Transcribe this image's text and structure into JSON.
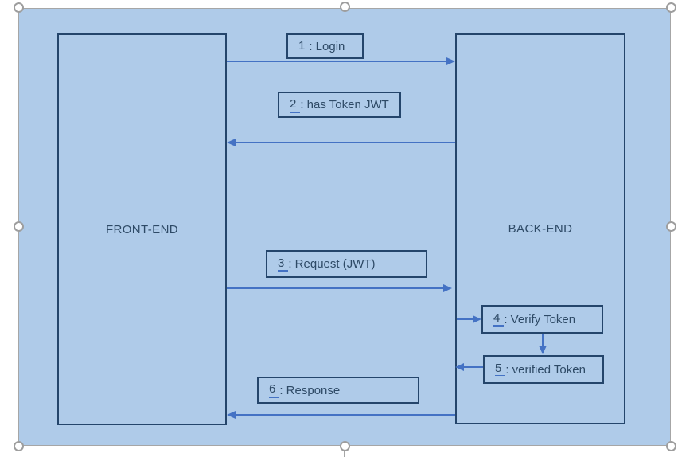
{
  "diagram": {
    "type": "sequence-diagram",
    "actors": [
      {
        "name": "FRONT-END"
      },
      {
        "name": "BACK-END"
      }
    ],
    "messages": [
      {
        "num": "1",
        "label": ": Login",
        "underline": "single",
        "from": "FRONT-END",
        "to": "BACK-END",
        "direction": "right"
      },
      {
        "num": "2",
        "label": ": has Token JWT",
        "underline": "double",
        "from": "BACK-END",
        "to": "FRONT-END",
        "direction": "left"
      },
      {
        "num": "3",
        "label": ": Request (JWT)",
        "underline": "double",
        "from": "FRONT-END",
        "to": "BACK-END",
        "direction": "right"
      },
      {
        "num": "4",
        "label": ": Verify Token",
        "underline": "double",
        "from": "BACK-END",
        "to": "BACK-END",
        "direction": "self-right"
      },
      {
        "num": "5",
        "label": ": verified Token",
        "underline": "double",
        "from": "BACK-END",
        "to": "BACK-END",
        "direction": "left"
      },
      {
        "num": "6",
        "label": ": Response",
        "underline": "double",
        "from": "BACK-END",
        "to": "FRONT-END",
        "direction": "left"
      }
    ],
    "colors": {
      "canvas_fill": "#AFCBE9",
      "shape_border": "#24456B",
      "text": "#2E4A66",
      "arrow": "#4472C4",
      "selection_handle": "#A6A6A6"
    }
  }
}
